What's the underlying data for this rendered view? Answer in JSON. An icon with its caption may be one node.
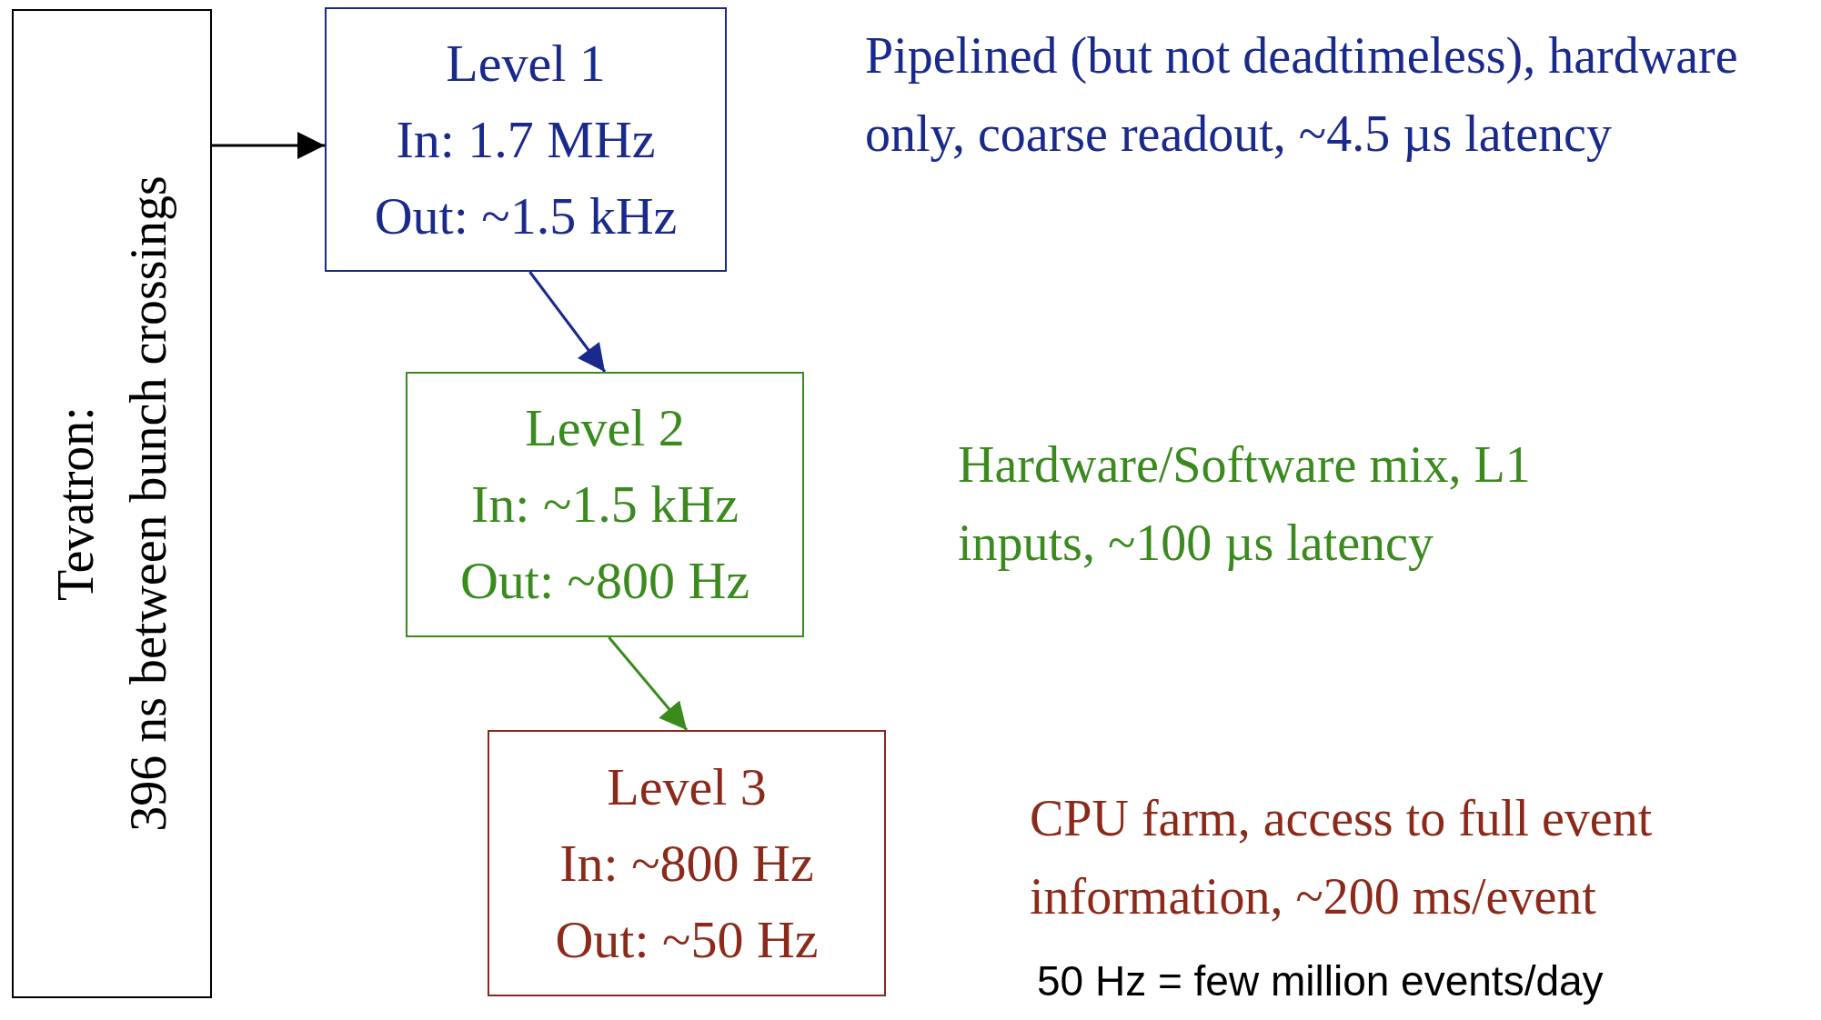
{
  "diagram": {
    "nodes": [
      {
        "text": [
          "Tevatron:",
          "396 ns between bunch crossings"
        ]
      },
      {
        "text": [
          "Level 1",
          "In: 1.7 MHz",
          "Out: ~1.5 kHz"
        ],
        "beside": [
          "Pipelined (but not deadtimeless), hardware only, coarse readout, ~4.5 µs latency"
        ]
      },
      {
        "text": [
          "Level 2",
          "In: ~1.5 kHz",
          "Out: ~800 Hz"
        ],
        "beside": [
          "Hardware/Software mix, L1 inputs, ~100 µs latency"
        ]
      },
      {
        "text": [
          "Level 3",
          "In: ~800 Hz",
          "Out: ~50 Hz"
        ],
        "beside": [
          "CPU farm, access to full event information, ~200 ms/event"
        ]
      }
    ],
    "edges": [
      {
        "from": 0,
        "to": 1,
        "arrow": "to",
        "color": "#000000"
      },
      {
        "from": 1,
        "to": 2,
        "arrow": "to",
        "color": "#1a2a8c"
      },
      {
        "from": 2,
        "to": 3,
        "arrow": "to",
        "color": "#3a8a1e"
      }
    ],
    "labels": [
      "50 Hz = few million events/day"
    ]
  }
}
